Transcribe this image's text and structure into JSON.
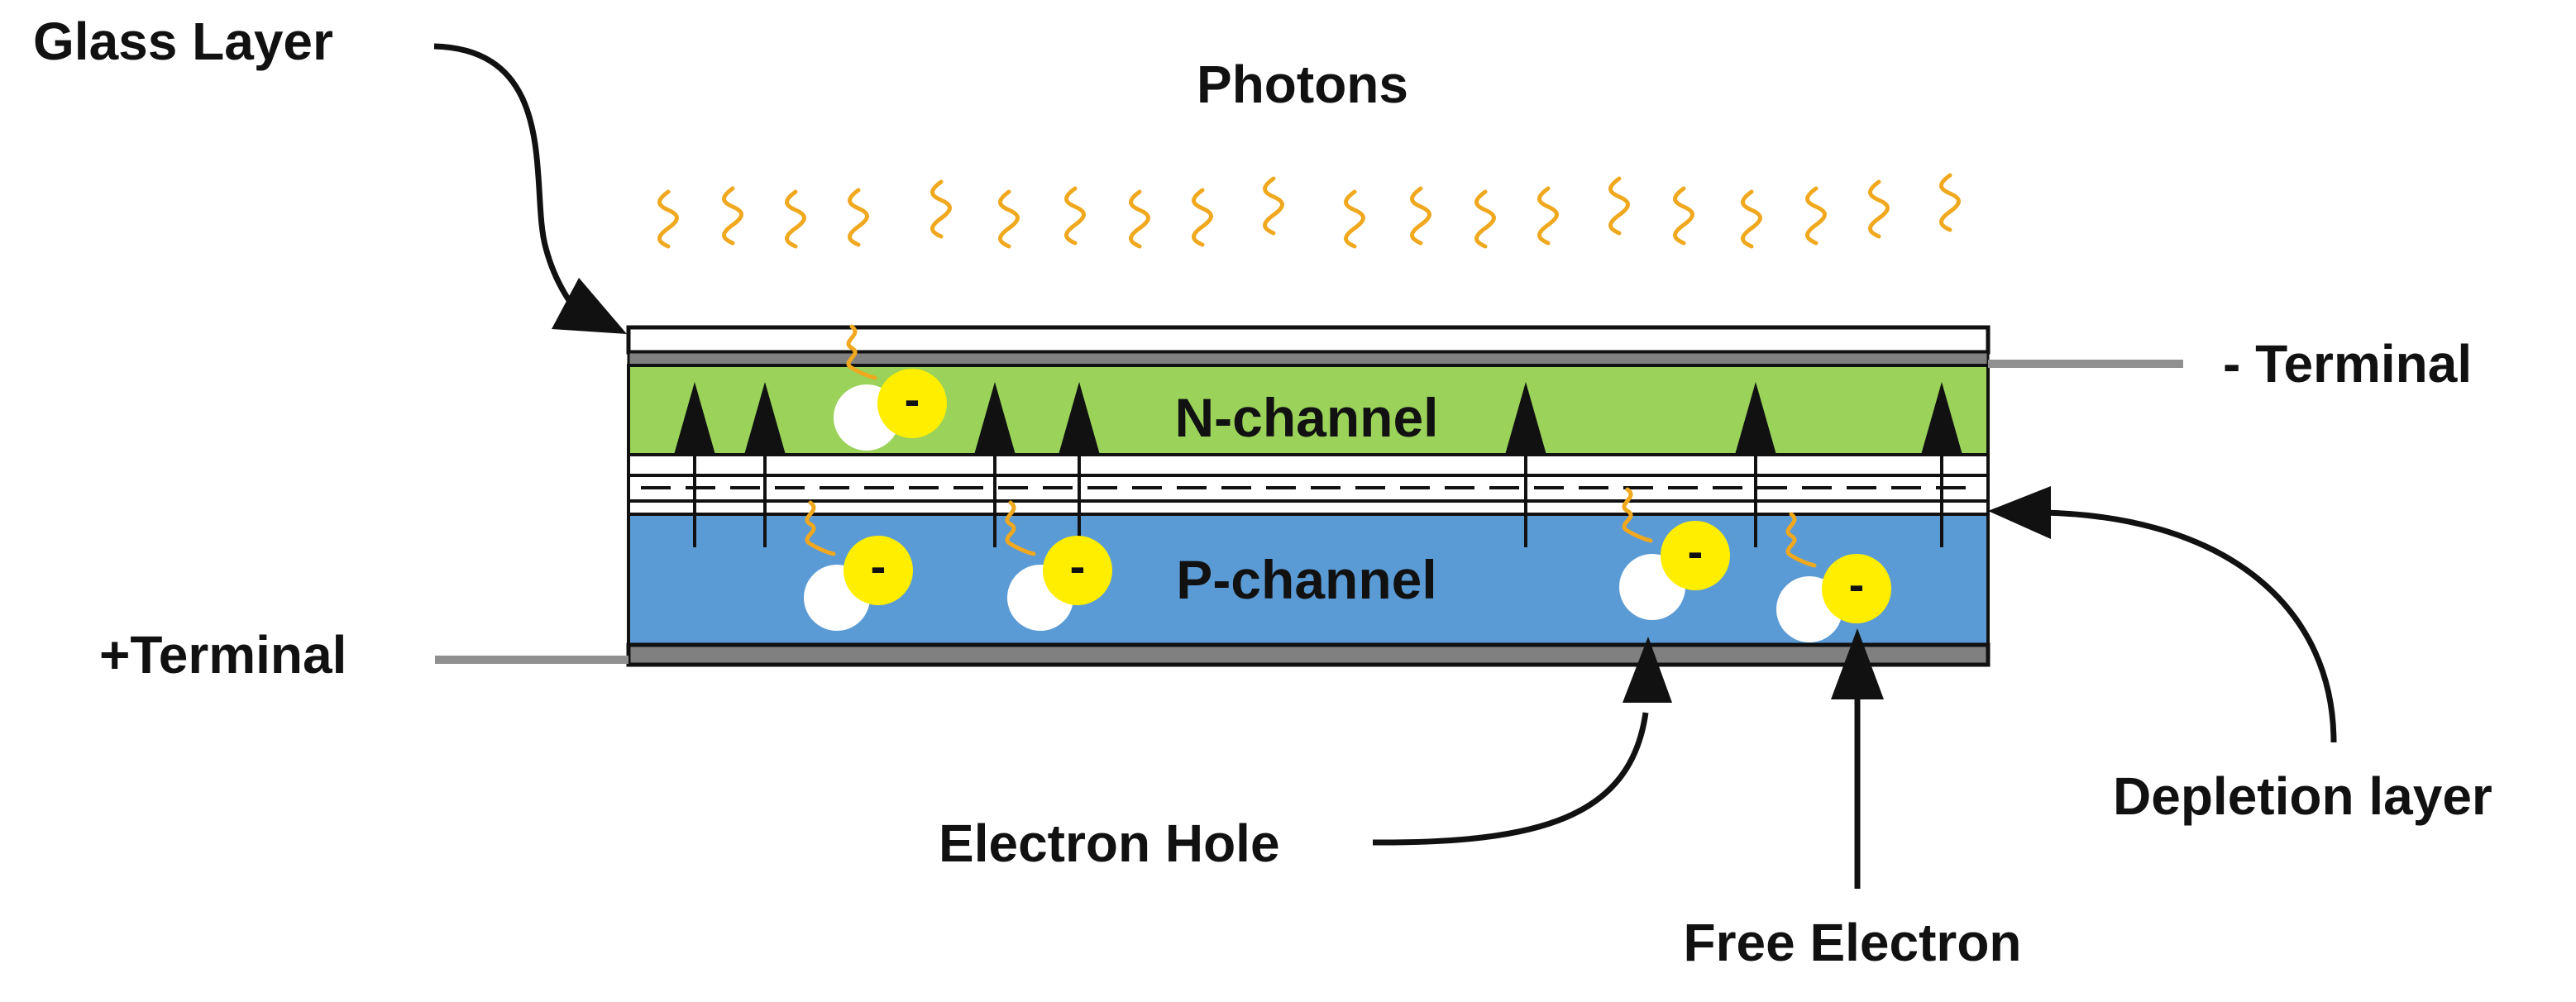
{
  "labels": {
    "glass_layer": "Glass Layer",
    "photons": "Photons",
    "minus_terminal": "- Terminal",
    "plus_terminal": "+Terminal",
    "n_channel": "N-channel",
    "p_channel": "P-channel",
    "depletion_layer": "Depletion layer",
    "electron_hole": "Electron Hole",
    "free_electron": "Free Electron",
    "electron_symbol": "-"
  },
  "colors": {
    "glass": "#ffffff",
    "contact": "#808080",
    "n_channel": "#9ad25a",
    "p_channel": "#5b9bd5",
    "photon": "#f0a81e",
    "electron": "#ffee00",
    "hole": "#ffffff",
    "terminal_wire": "#909090",
    "outline": "#111111"
  },
  "icons": {
    "photon": "wavy-photon-icon",
    "electron": "electron-icon",
    "hole": "electron-hole-icon",
    "field_arrow": "upward-arrow-icon"
  }
}
